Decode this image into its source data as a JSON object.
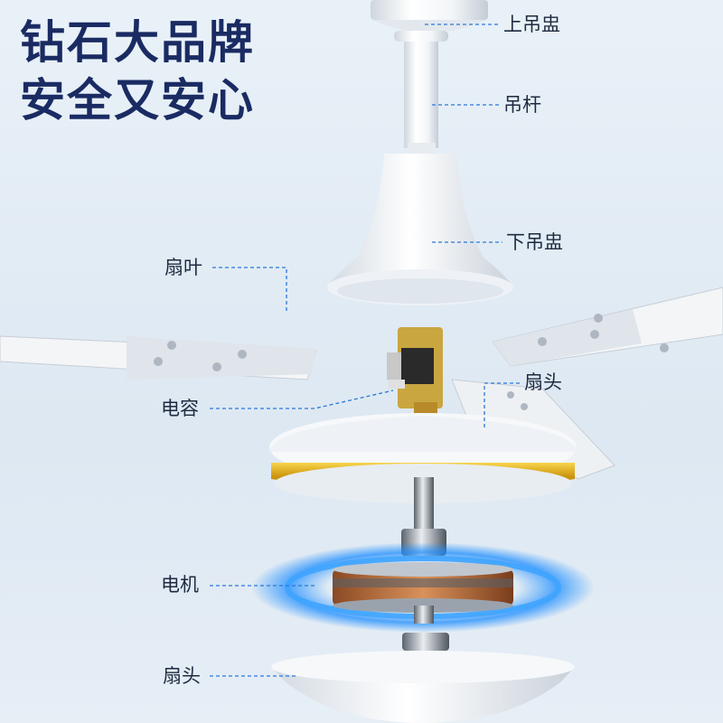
{
  "headline": {
    "line1": "钻石大品牌",
    "line2": "安全又安心"
  },
  "labels": {
    "upper_canopy": "上吊盅",
    "downrod": "吊杆",
    "lower_canopy": "下吊盅",
    "blade": "扇叶",
    "head_top": "扇头",
    "capacitor": "电容",
    "motor": "电机",
    "head_bottom": "扇头"
  },
  "colors": {
    "headline": "#1a2b63",
    "leader_line": "#2a78d6",
    "gold_ring": "#d9a617",
    "motor_glow": "#1a8cff"
  }
}
